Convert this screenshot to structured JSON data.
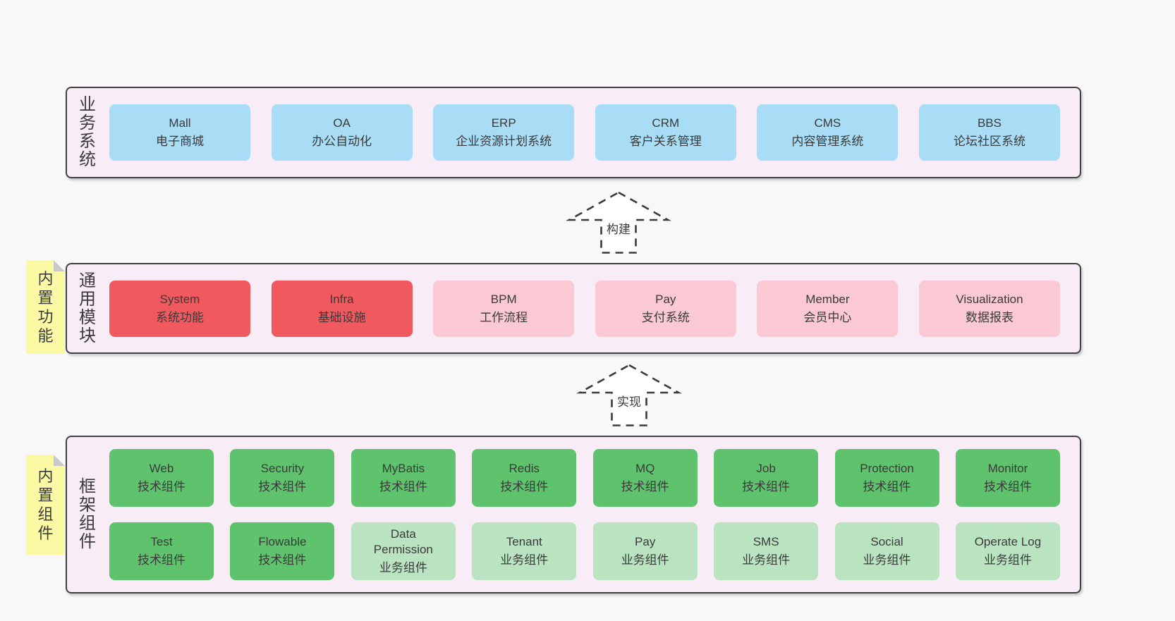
{
  "colors": {
    "pageBg": "#f8f8f8",
    "layerBg": "#f8edf7",
    "border": "#404040",
    "ink": "#3a3a3a",
    "blue": "#a9dcf5",
    "red": "#f05a5e",
    "pink": "#fac9d3",
    "green": "#5fc36d",
    "lightGreen": "#bae4c1",
    "sticky": "#fbf9a4",
    "fold": "#c9c9c9"
  },
  "layers": [
    {
      "label": "业务系统",
      "boxes": [
        {
          "name": "Mall",
          "desc": "电子商城"
        },
        {
          "name": "OA",
          "desc": "办公自动化"
        },
        {
          "name": "ERP",
          "desc": "企业资源计划系统"
        },
        {
          "name": "CRM",
          "desc": "客户关系管理"
        },
        {
          "name": "CMS",
          "desc": "内容管理系统"
        },
        {
          "name": "BBS",
          "desc": "论坛社区系统"
        }
      ]
    },
    {
      "label": "通用模块",
      "sticky": "内置功能",
      "boxes": [
        {
          "name": "System",
          "desc": "系统功能"
        },
        {
          "name": "Infra",
          "desc": "基础设施"
        },
        {
          "name": "BPM",
          "desc": "工作流程"
        },
        {
          "name": "Pay",
          "desc": "支付系统"
        },
        {
          "name": "Member",
          "desc": "会员中心"
        },
        {
          "name": "Visualization",
          "desc": "数据报表"
        }
      ]
    },
    {
      "label": "框架组件",
      "sticky": "内置组件",
      "rows": [
        [
          {
            "name": "Web",
            "desc": "技术组件"
          },
          {
            "name": "Security",
            "desc": "技术组件"
          },
          {
            "name": "MyBatis",
            "desc": "技术组件"
          },
          {
            "name": "Redis",
            "desc": "技术组件"
          },
          {
            "name": "MQ",
            "desc": "技术组件"
          },
          {
            "name": "Job",
            "desc": "技术组件"
          },
          {
            "name": "Protection",
            "desc": "技术组件"
          },
          {
            "name": "Monitor",
            "desc": "技术组件"
          }
        ],
        [
          {
            "name": "Test",
            "desc": "技术组件"
          },
          {
            "name": "Flowable",
            "desc": "技术组件"
          },
          {
            "name": "Data Permission",
            "desc": "业务组件"
          },
          {
            "name": "Tenant",
            "desc": "业务组件"
          },
          {
            "name": "Pay",
            "desc": "业务组件"
          },
          {
            "name": "SMS",
            "desc": "业务组件"
          },
          {
            "name": "Social",
            "desc": "业务组件"
          },
          {
            "name": "Operate Log",
            "desc": "业务组件"
          }
        ]
      ]
    }
  ],
  "arrows": [
    {
      "label": "构建"
    },
    {
      "label": "实现"
    }
  ]
}
